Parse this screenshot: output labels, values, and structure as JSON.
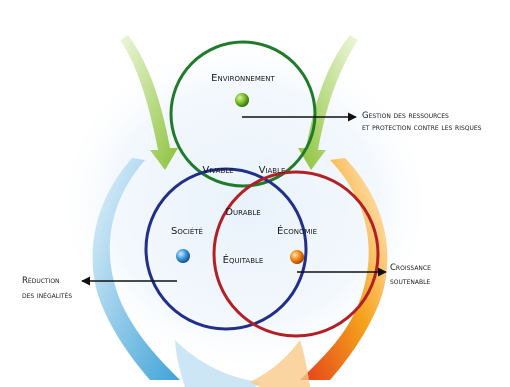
{
  "diagram": {
    "circles": {
      "environment": "Environnement",
      "society": "Société",
      "economy": "Économie"
    },
    "overlaps": {
      "livable": "Vivable",
      "viable": "Viable",
      "durable": "Durable",
      "equitable": "Équitable"
    },
    "callouts": {
      "resources_line1": "Gestion des ressources",
      "resources_line2": "et protection contre les risques",
      "inequality_line1": "Réduction",
      "inequality_line2": "des inégalités",
      "growth_line1": "Croissance",
      "growth_line2": "soutenable"
    },
    "colors": {
      "environment": "#1f7a2a",
      "society": "#1f2f8a",
      "economy": "#b21f24",
      "arrow_green": "#8fc23a",
      "arrow_blue": "#3fa3d8",
      "arrow_orange": "#f08a1c"
    }
  }
}
